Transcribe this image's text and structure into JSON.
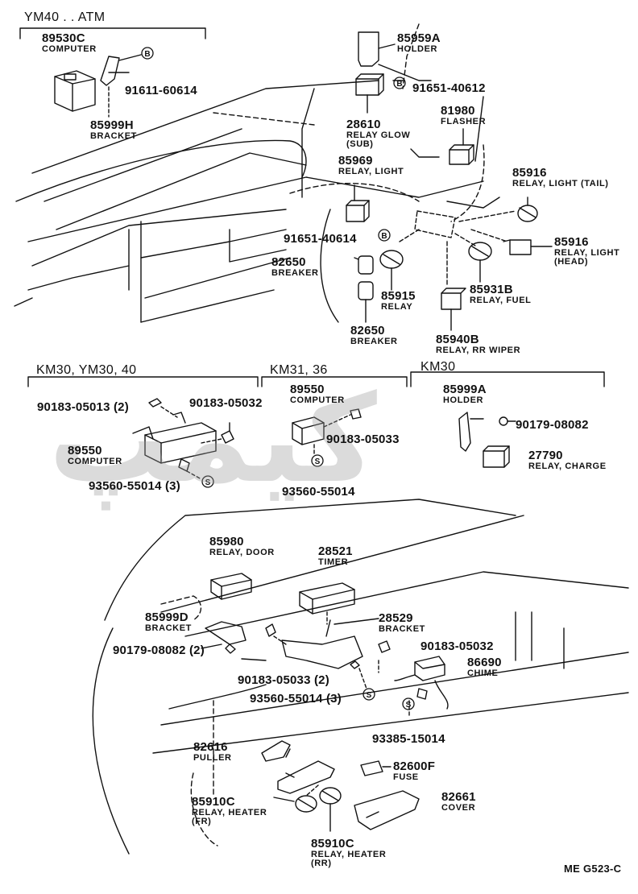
{
  "sections": {
    "ym40_atm": "YM40 . . ATM",
    "km30_ym30_40": "KM30, YM30, 40",
    "km31_36": "KM31, 36",
    "km30": "KM30"
  },
  "watermark": "کیمپ",
  "footer": "ME  G523-C",
  "parts": [
    {
      "id": "p01",
      "number": "89530C",
      "desc": "COMPUTER"
    },
    {
      "id": "p02",
      "number": "91611-60614",
      "desc": ""
    },
    {
      "id": "p03",
      "number": "85999H",
      "desc": "BRACKET"
    },
    {
      "id": "p04",
      "number": "85959A",
      "desc": "HOLDER"
    },
    {
      "id": "p05",
      "number": "91651-40612",
      "desc": ""
    },
    {
      "id": "p06",
      "number": "28610",
      "desc": "RELAY GLOW",
      "desc2": "(SUB)"
    },
    {
      "id": "p07",
      "number": "81980",
      "desc": "FLASHER"
    },
    {
      "id": "p08",
      "number": "85969",
      "desc": "RELAY, LIGHT"
    },
    {
      "id": "p09",
      "number": "85916",
      "desc": "RELAY, LIGHT (TAIL)"
    },
    {
      "id": "p10",
      "number": "91651-40614",
      "desc": ""
    },
    {
      "id": "p11",
      "number": "85916",
      "desc": "RELAY, LIGHT",
      "desc2": "(HEAD)"
    },
    {
      "id": "p12",
      "number": "82650",
      "desc": "BREAKER"
    },
    {
      "id": "p13",
      "number": "85915",
      "desc": "RELAY"
    },
    {
      "id": "p14",
      "number": "85931B",
      "desc": "RELAY, FUEL"
    },
    {
      "id": "p15",
      "number": "82650",
      "desc": "BREAKER"
    },
    {
      "id": "p16",
      "number": "85940B",
      "desc": "RELAY, RR WIPER"
    },
    {
      "id": "p17",
      "number": "90183-05013 (2)",
      "desc": ""
    },
    {
      "id": "p18",
      "number": "90183-05032",
      "desc": ""
    },
    {
      "id": "p19",
      "number": "89550",
      "desc": "COMPUTER"
    },
    {
      "id": "p20",
      "number": "93560-55014 (3)",
      "desc": ""
    },
    {
      "id": "p21",
      "number": "89550",
      "desc": "COMPUTER"
    },
    {
      "id": "p22",
      "number": "90183-05033",
      "desc": ""
    },
    {
      "id": "p23",
      "number": "93560-55014",
      "desc": ""
    },
    {
      "id": "p24",
      "number": "85999A",
      "desc": "HOLDER"
    },
    {
      "id": "p25",
      "number": "90179-08082",
      "desc": ""
    },
    {
      "id": "p26",
      "number": "27790",
      "desc": "RELAY, CHARGE"
    },
    {
      "id": "p27",
      "number": "85980",
      "desc": "RELAY, DOOR"
    },
    {
      "id": "p28",
      "number": "28521",
      "desc": "TIMER"
    },
    {
      "id": "p29",
      "number": "85999D",
      "desc": "BRACKET"
    },
    {
      "id": "p30",
      "number": "28529",
      "desc": "BRACKET"
    },
    {
      "id": "p31",
      "number": "90179-08082 (2)",
      "desc": ""
    },
    {
      "id": "p32",
      "number": "90183-05032",
      "desc": ""
    },
    {
      "id": "p33",
      "number": "86690",
      "desc": "CHIME"
    },
    {
      "id": "p34",
      "number": "90183-05033 (2)",
      "desc": ""
    },
    {
      "id": "p35",
      "number": "93560-55014 (3)",
      "desc": ""
    },
    {
      "id": "p36",
      "number": "93385-15014",
      "desc": ""
    },
    {
      "id": "p37",
      "number": "82616",
      "desc": "PULLER"
    },
    {
      "id": "p38",
      "number": "82600F",
      "desc": "FUSE"
    },
    {
      "id": "p39",
      "number": "82661",
      "desc": "COVER"
    },
    {
      "id": "p40",
      "number": "85910C",
      "desc": "RELAY, HEATER",
      "desc2": "(FR)"
    },
    {
      "id": "p41",
      "number": "85910C",
      "desc": "RELAY, HEATER",
      "desc2": "(RR)"
    }
  ],
  "markers": {
    "b": "B",
    "s": "S"
  }
}
